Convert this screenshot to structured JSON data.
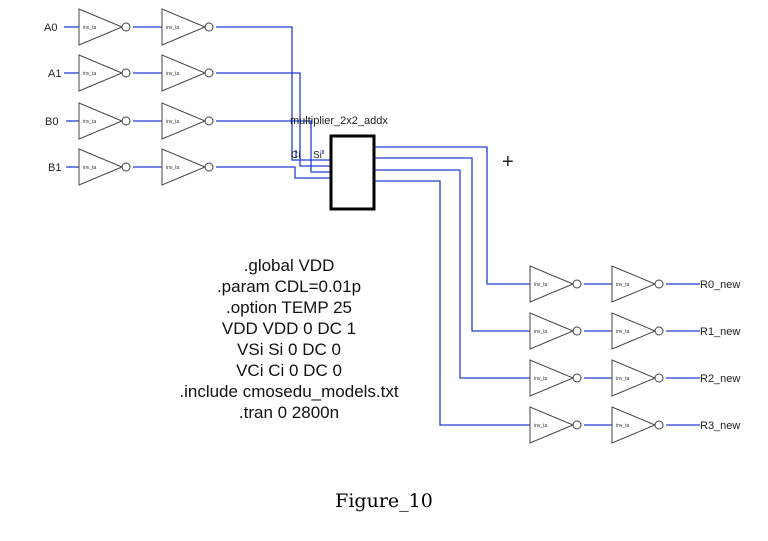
{
  "schematic": {
    "inputs": [
      "A0",
      "A1",
      "B0",
      "B1"
    ],
    "outputs": [
      "R0_new",
      "R1_new",
      "R2_new",
      "R3_new"
    ],
    "inverter_label": "inv_ta",
    "block_name": "multiplier_2x2_addx",
    "block_pins": [
      "Ci",
      "Si"
    ],
    "spice_lines": [
      ".global VDD",
      ".param CDL=0.01p",
      ".option TEMP 25",
      "VDD VDD 0 DC 1",
      "VSi Si 0 DC 0",
      "VCi Ci 0 DC 0",
      ".include cmosedu_models.txt",
      ".tran 0 2800n"
    ],
    "cursor_symbol": "+",
    "colors": {
      "wire": "#1f3fd6",
      "device": "#444444",
      "block": "#000000"
    }
  },
  "caption": "Figure_10"
}
